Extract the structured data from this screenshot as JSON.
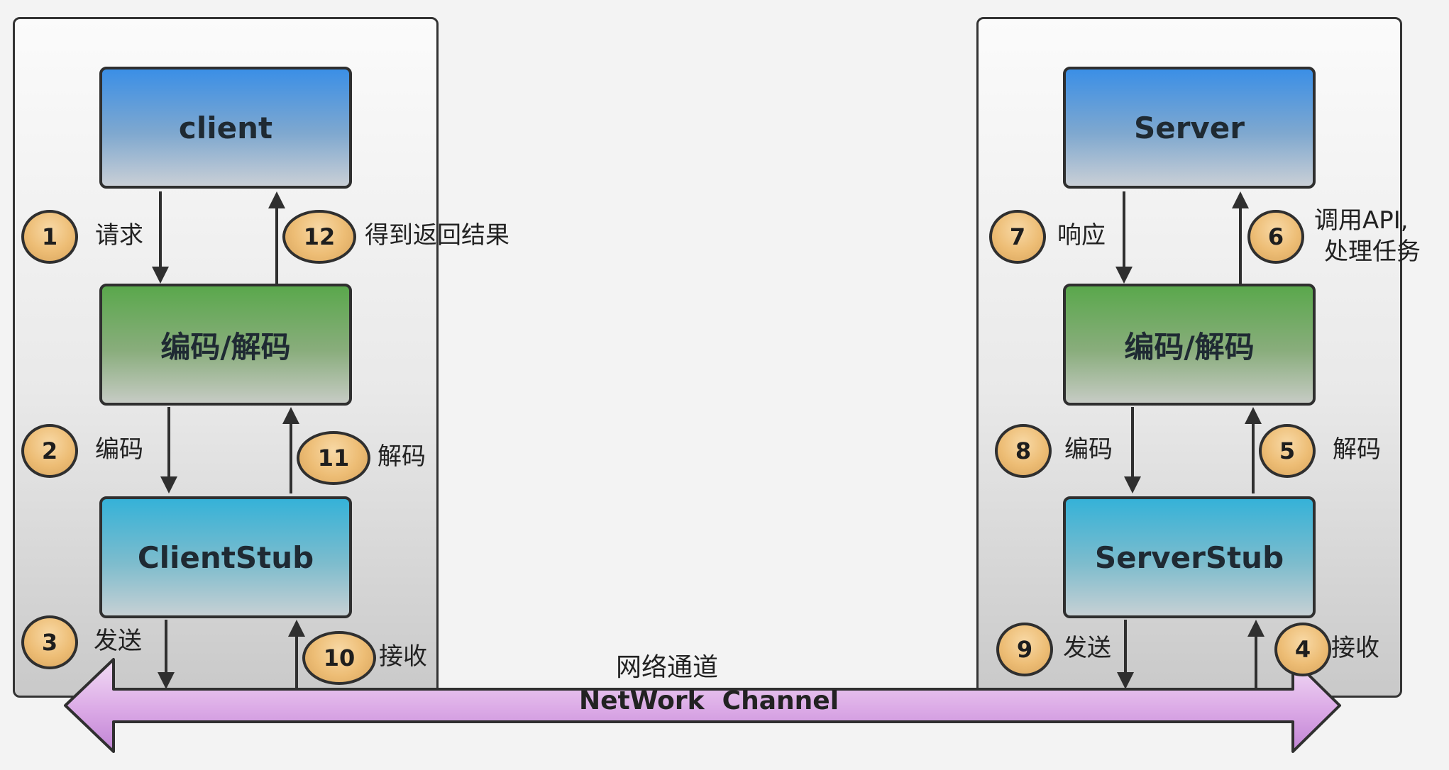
{
  "client_side": {
    "client_box": "client",
    "codec_box": "编码/解码",
    "stub_box": "ClientStub",
    "steps": [
      {
        "num": "1",
        "label": "请求"
      },
      {
        "num": "12",
        "label": "得到返回结果"
      },
      {
        "num": "2",
        "label": "编码"
      },
      {
        "num": "11",
        "label": "解码"
      },
      {
        "num": "3",
        "label": "发送"
      },
      {
        "num": "10",
        "label": "接收"
      }
    ]
  },
  "server_side": {
    "server_box": "Server",
    "codec_box": "编码/解码",
    "stub_box": "ServerStub",
    "steps": [
      {
        "num": "7",
        "label": "响应"
      },
      {
        "num": "6",
        "label_line1": "调用API,",
        "label_line2": "处理任务"
      },
      {
        "num": "8",
        "label": "编码"
      },
      {
        "num": "5",
        "label": "解码"
      },
      {
        "num": "9",
        "label": "发送"
      },
      {
        "num": "4",
        "label": "接收"
      }
    ]
  },
  "network": {
    "title": "网络通道",
    "label": "NetWork  Channel"
  },
  "colors": {
    "client_server_box": "#3b8fe6",
    "codec_box": "#5aa84c",
    "stub_box": "#35b2d8",
    "step_badge": "#edbd75",
    "channel_arrow": "#d8a8e4"
  }
}
